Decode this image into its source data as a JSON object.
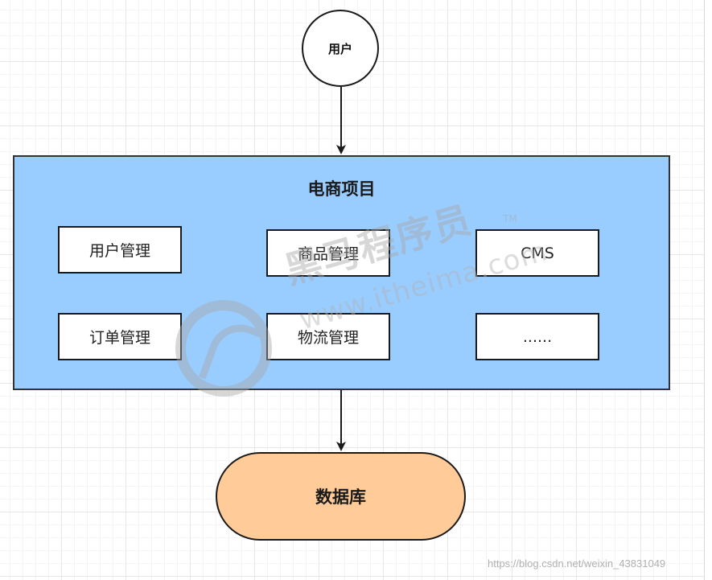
{
  "diagram": {
    "user_node": {
      "label": "用户"
    },
    "project": {
      "title": "电商项目",
      "modules": [
        {
          "label": "用户管理"
        },
        {
          "label": "商品管理"
        },
        {
          "label": "CMS"
        },
        {
          "label": "订单管理"
        },
        {
          "label": "物流管理"
        },
        {
          "label": "......"
        }
      ]
    },
    "database_node": {
      "label": "数据库"
    }
  },
  "watermark": {
    "brand": "黑马程序员",
    "trademark": "TM",
    "url": "www.itheima.com"
  },
  "credit": "https://blog.csdn.net/weixin_43831049",
  "colors": {
    "project_fill": "#99ccff",
    "database_fill": "#ffcc99",
    "node_fill": "#ffffff",
    "stroke": "#1a1a1a"
  }
}
